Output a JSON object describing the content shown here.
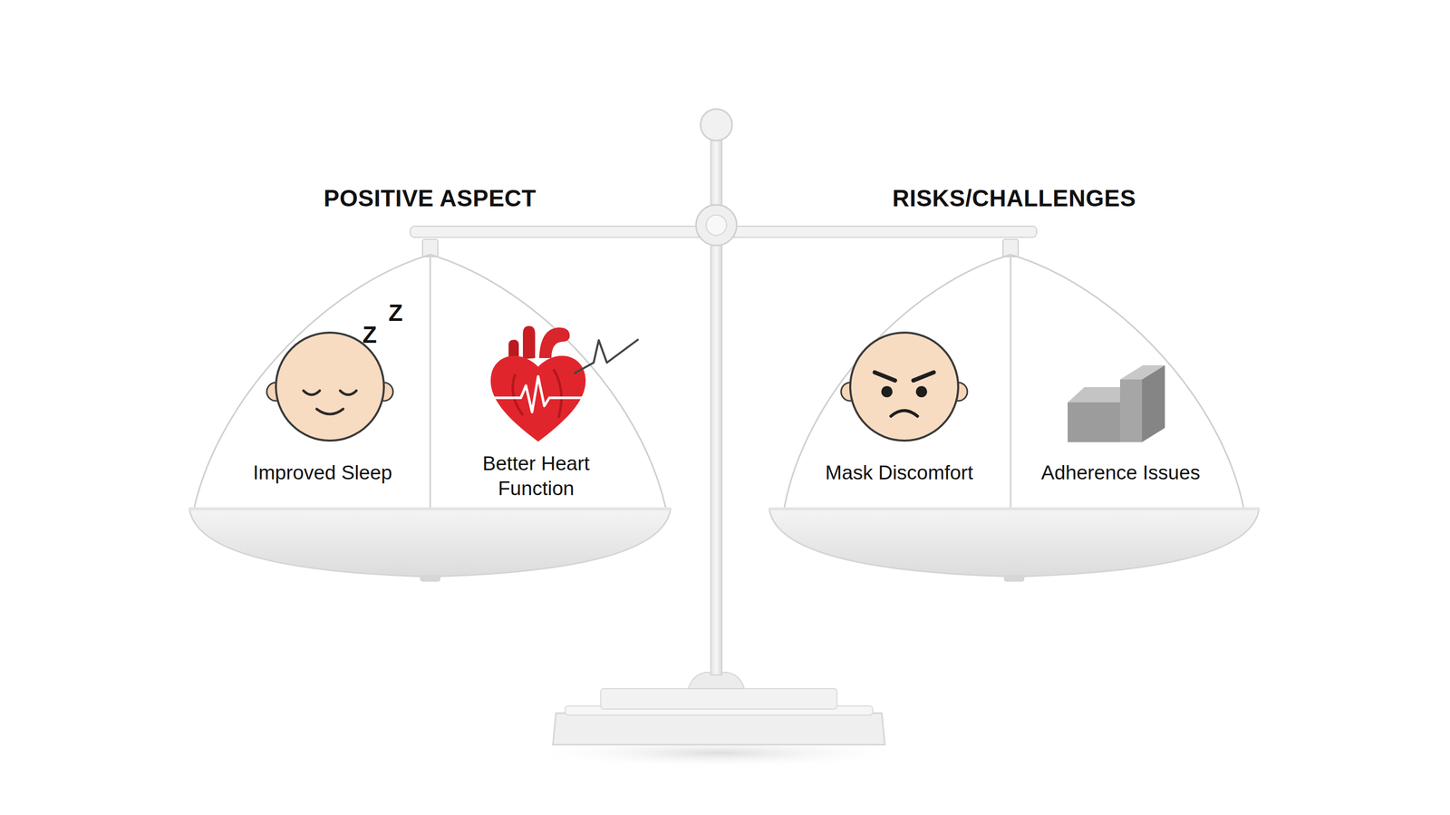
{
  "diagram": {
    "nodes": [
      {
        "text": [
          "POSITIVE ASPECT"
        ]
      },
      {
        "text": [
          "Improved Sleep"
        ],
        "in": 0
      },
      {
        "text": [
          "Better Heart Function"
        ],
        "in": 0
      },
      {
        "text": [
          "RISKS/CHALLENGES"
        ]
      },
      {
        "text": [
          "Mask Discomfort"
        ],
        "in": 3
      },
      {
        "text": [
          "Adherence Issues"
        ],
        "in": 3
      }
    ],
    "labels": [
      "Z",
      "Z"
    ]
  }
}
